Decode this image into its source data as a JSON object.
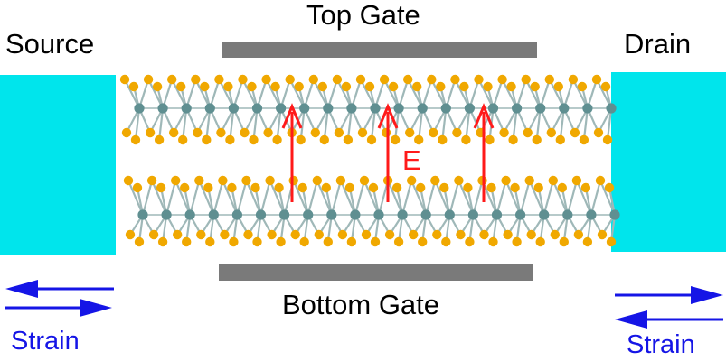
{
  "labels": {
    "source": "Source",
    "drain": "Drain",
    "top_gate": "Top Gate",
    "bottom_gate": "Bottom Gate",
    "field": "E",
    "strain_left": "Strain",
    "strain_right": "Strain"
  },
  "colors": {
    "contact": "#00e5ec",
    "gate": "#7a7a7a",
    "metal_atom": "#5f8f91",
    "chalcogen_atom": "#f0a800",
    "bond": "#9fb8b8",
    "field_arrow": "#ff1a1a",
    "strain_arrow": "#1515e6"
  },
  "structure": {
    "layers": 2,
    "unit_cells_per_row": 21,
    "field_arrows": 3
  }
}
